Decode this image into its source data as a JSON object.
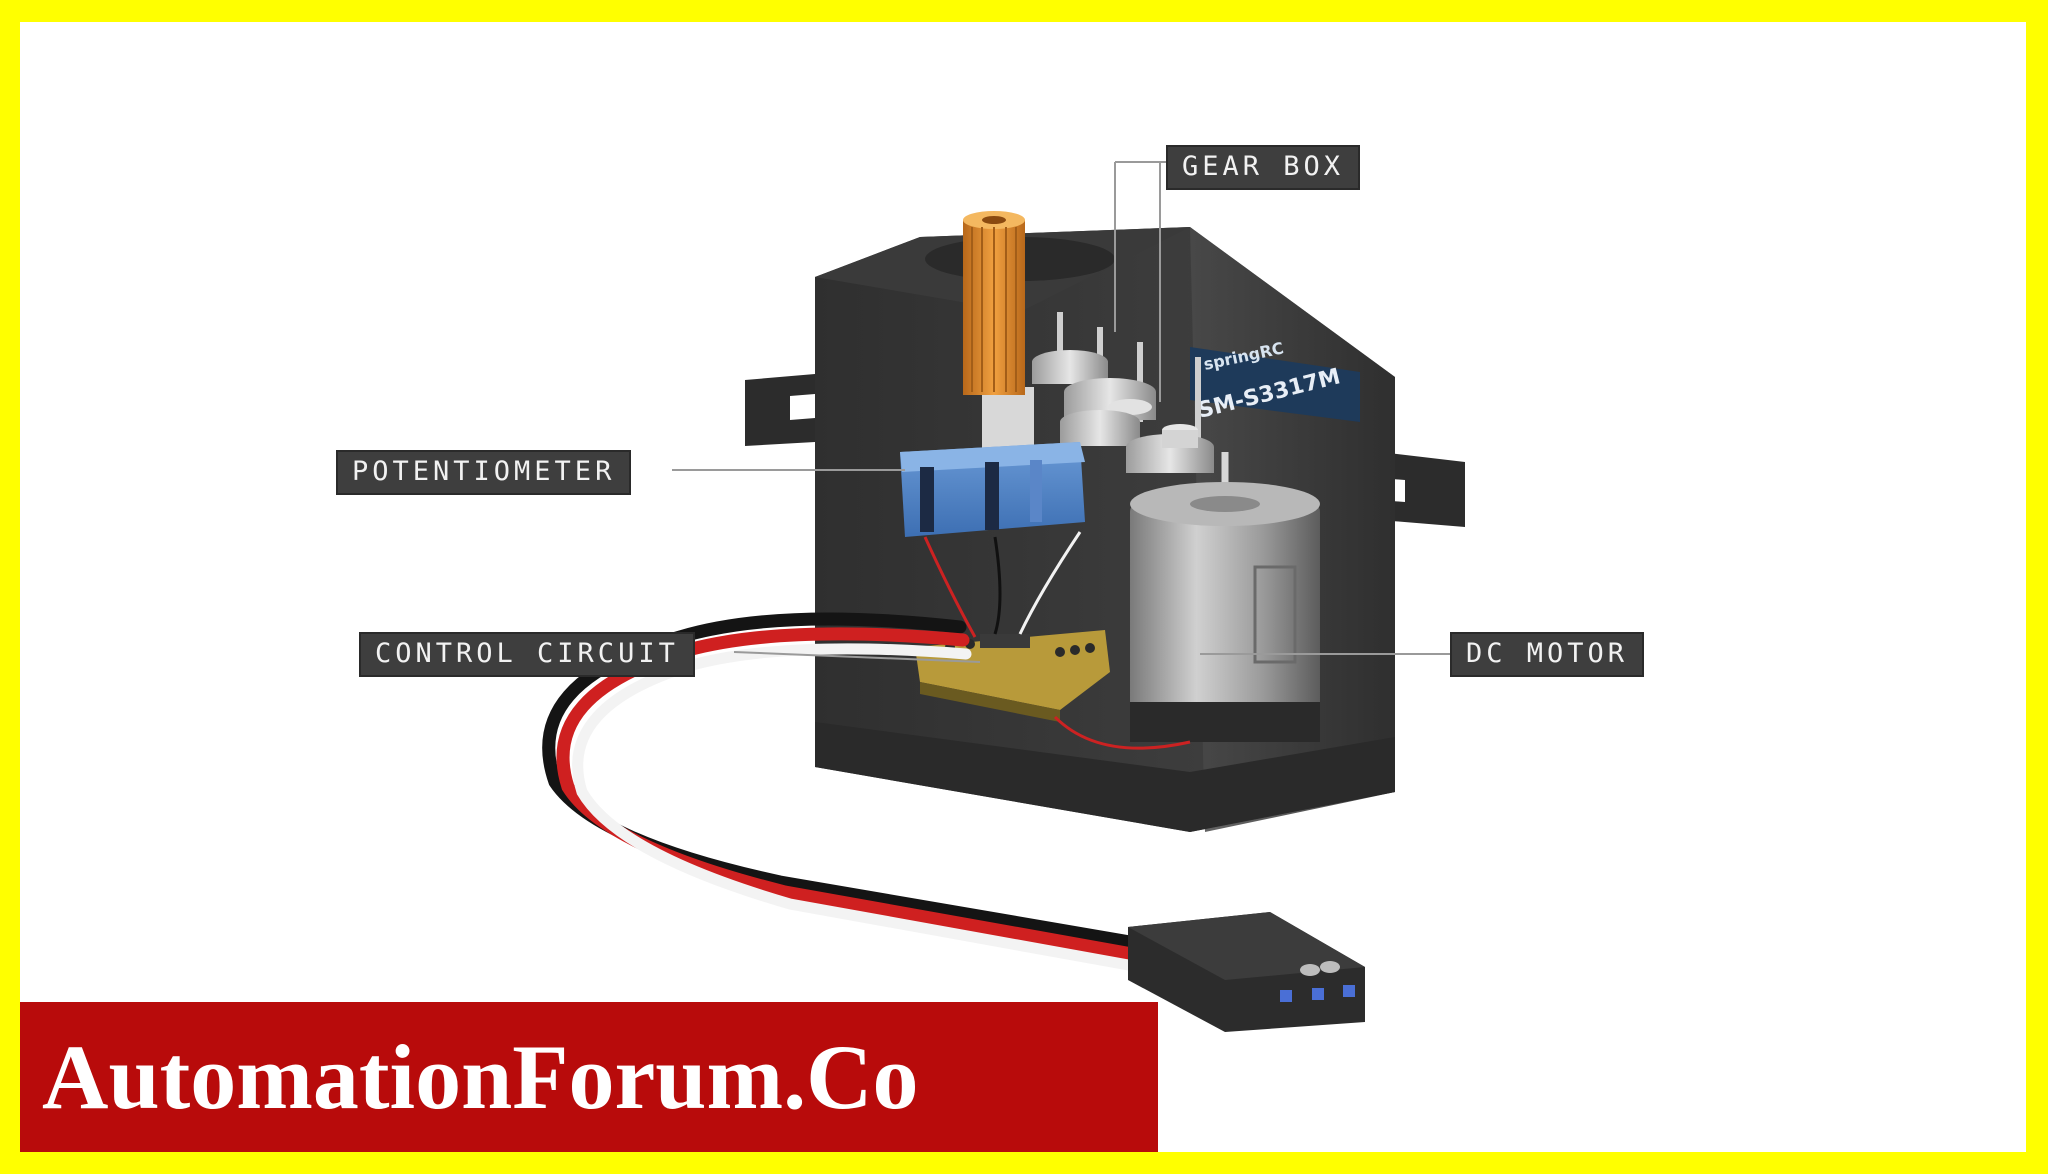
{
  "labels": {
    "gear_box": "GEAR BOX",
    "potentiometer": "POTENTIOMETER",
    "control_circuit": "CONTROL CIRCUIT",
    "dc_motor": "DC MOTOR"
  },
  "model_marking": "SM-S3317M",
  "brand_logo_text": "springRC",
  "watermark": "AutomationForum.Co",
  "colors": {
    "border": "#ffff00",
    "banner": "#b80b0b",
    "label_bg": "#3e3e3e",
    "case": "#3b3b3b",
    "potentiometer": "#4a7fc4",
    "pcb": "#b89a3a",
    "shaft": "#d98a2a"
  }
}
